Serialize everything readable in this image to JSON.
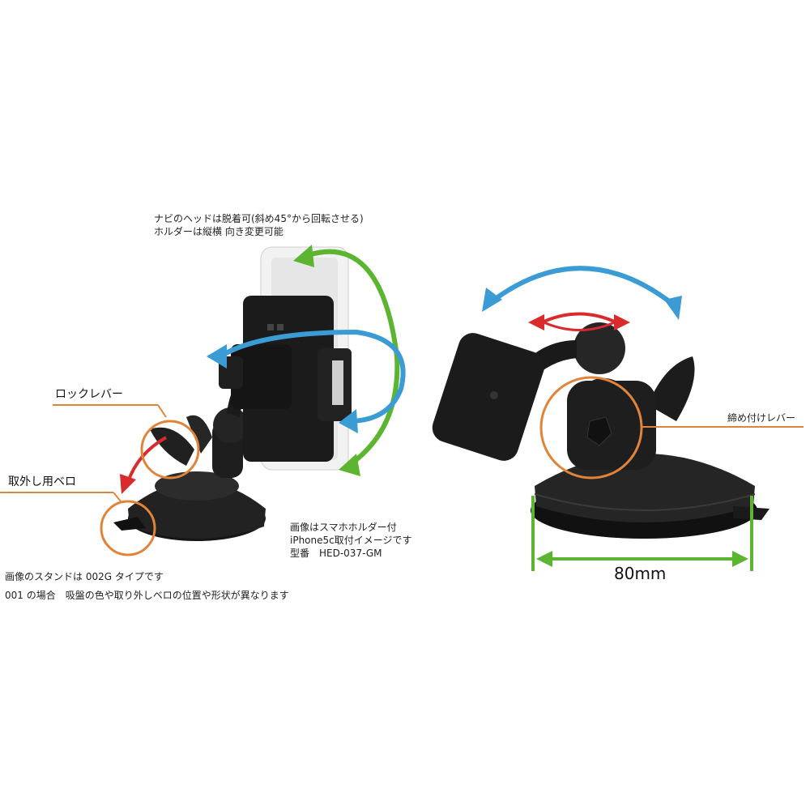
{
  "left_product": {
    "head_note": {
      "line1": "ナビのヘッドは脱着可(斜め45°から回転させる)",
      "line2": "ホルダーは縦横 向き変更可能"
    },
    "callout_lock_lever": "ロックレバー",
    "callout_release_tab": "取外し用ベロ",
    "image_note": {
      "line1": "画像はスマホホルダー付",
      "line2": "iPhone5c取付イメージです",
      "line3": "型番　HED-037-GM"
    }
  },
  "footnote": {
    "line1": "画像のスタンドは 002G タイプです",
    "line2": "001 の場合　吸盤の色や取り外しベロの位置や形状が異なります"
  },
  "right_product": {
    "callout_tighten_lever": "締め付けレバー",
    "dimension_label": "80mm"
  },
  "colors": {
    "callout_orange": "#e0843a",
    "arrow_blue": "#3a9bd5",
    "arrow_green": "#5cb531",
    "arrow_red": "#d92b2b",
    "dimension_green": "#5cb531",
    "product_black": "#1d1d1d"
  }
}
